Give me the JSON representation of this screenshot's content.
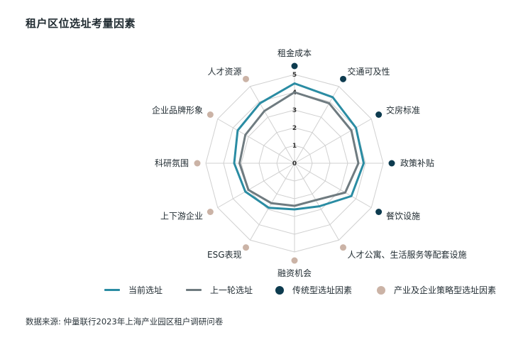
{
  "title": "租户区位选址考量因素",
  "source": "数据来源: 仲量联行2023年上海产业园区租户调研问卷",
  "colors": {
    "current": "#2a8ca3",
    "previous": "#6f7b80",
    "traditional": "#0d3b4f",
    "industry": "#cbb3a6",
    "grid": "#d0d0d0"
  },
  "legend": {
    "current": "当前选址",
    "previous": "上一轮选址",
    "traditional": "传统型选址因素",
    "industry": "产业及企业策略型选址因素"
  },
  "chart_data": {
    "type": "radar",
    "rlim": [
      0,
      5
    ],
    "ticks": [
      "0",
      "1",
      "2",
      "3",
      "4",
      "5"
    ],
    "categories": [
      "租金成本",
      "交通可及性",
      "交房标准",
      "政策补贴",
      "餐饮设施",
      "人才公寓、生活服务等配套设施",
      "融资机会",
      "ESG表现",
      "上下游企业",
      "科研氛围",
      "企业品牌形象",
      "人才资源"
    ],
    "category_types": [
      "traditional",
      "traditional",
      "traditional",
      "traditional",
      "traditional",
      "industry",
      "industry",
      "industry",
      "industry",
      "industry",
      "industry",
      "industry"
    ],
    "series": [
      {
        "name": "当前选址",
        "values": [
          4.5,
          4.3,
          4.0,
          3.9,
          3.7,
          2.8,
          2.6,
          2.9,
          3.2,
          3.4,
          3.7,
          3.9
        ]
      },
      {
        "name": "上一轮选址",
        "values": [
          4.0,
          3.9,
          3.7,
          3.6,
          3.3,
          2.4,
          2.4,
          2.6,
          3.0,
          3.1,
          3.2,
          3.4
        ]
      }
    ]
  }
}
